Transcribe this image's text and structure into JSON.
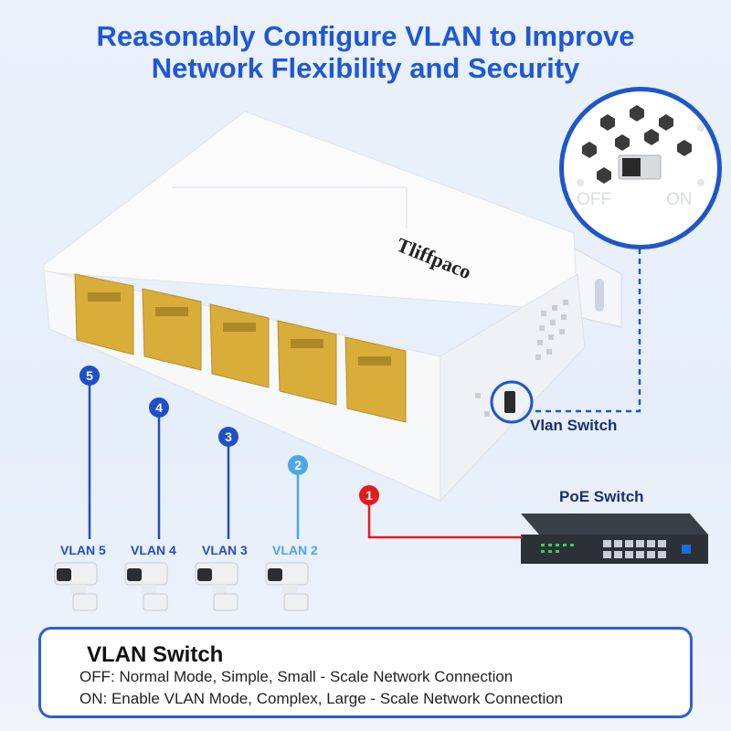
{
  "headline": {
    "line1": "Reasonably Configure VLAN to Improve",
    "line2": "Network Flexibility and Security"
  },
  "device": {
    "brand": "Tliffpaco"
  },
  "inset": {
    "off_label": "OFF",
    "on_label": "ON"
  },
  "callouts": {
    "vlan_switch": "Vlan Switch",
    "poe_switch": "PoE Switch"
  },
  "ports": [
    {
      "badge": "5",
      "vlan": "VLAN 5",
      "color": "#1f4fc9"
    },
    {
      "badge": "4",
      "vlan": "VLAN 4",
      "color": "#1f4fc9"
    },
    {
      "badge": "3",
      "vlan": "VLAN 3",
      "color": "#1f4fc9"
    },
    {
      "badge": "2",
      "vlan": "VLAN 2",
      "color": "#4aa8e8"
    },
    {
      "badge": "1",
      "vlan": "",
      "color": "#e41b1b"
    }
  ],
  "info": {
    "title": "VLAN Switch",
    "off_line": "OFF: Normal Mode, Simple, Small - Scale Network Connection",
    "on_line": "ON: Enable VLAN Mode, Complex, Large - Scale Network Connection"
  },
  "colors": {
    "accent": "#1e58d6",
    "dark_blue": "#1f4fc9",
    "light_blue": "#4aa8e8",
    "red": "#e41b1b"
  },
  "icons": [
    "camera-icon",
    "poe-switch-icon",
    "rj45-port-icon"
  ]
}
